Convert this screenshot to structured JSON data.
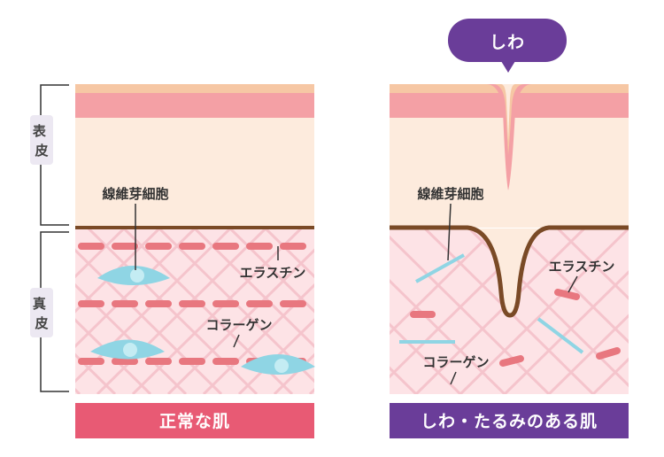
{
  "layers": {
    "epidermis": "表\n皮",
    "dermis": "真\n皮"
  },
  "normal_panel": {
    "fibroblast_label": "線維芽細胞",
    "elastin_label": "エラスチン",
    "collagen_label": "コラーゲン",
    "caption": "正常な肌"
  },
  "wrinkle_panel": {
    "bubble_label": "しわ",
    "fibroblast_label": "線維芽細胞",
    "elastin_label": "エラスチン",
    "collagen_label": "コラーゲン",
    "caption": "しわ・たるみのある肌"
  },
  "colors": {
    "normal_caption": "#e85a74",
    "wrinkle_caption": "#6a3d99",
    "bubble": "#6a3d99",
    "surface": "#f6c7a4",
    "skin_pink": "#f4a0a5",
    "epidermis": "#fdebdd",
    "dermis": "#fde3e6",
    "boundary": "#7a4a26",
    "collagen": "#e8777f",
    "elastin_fiber": "#f5c4cc",
    "fibroblast": "#8fd5e4"
  }
}
